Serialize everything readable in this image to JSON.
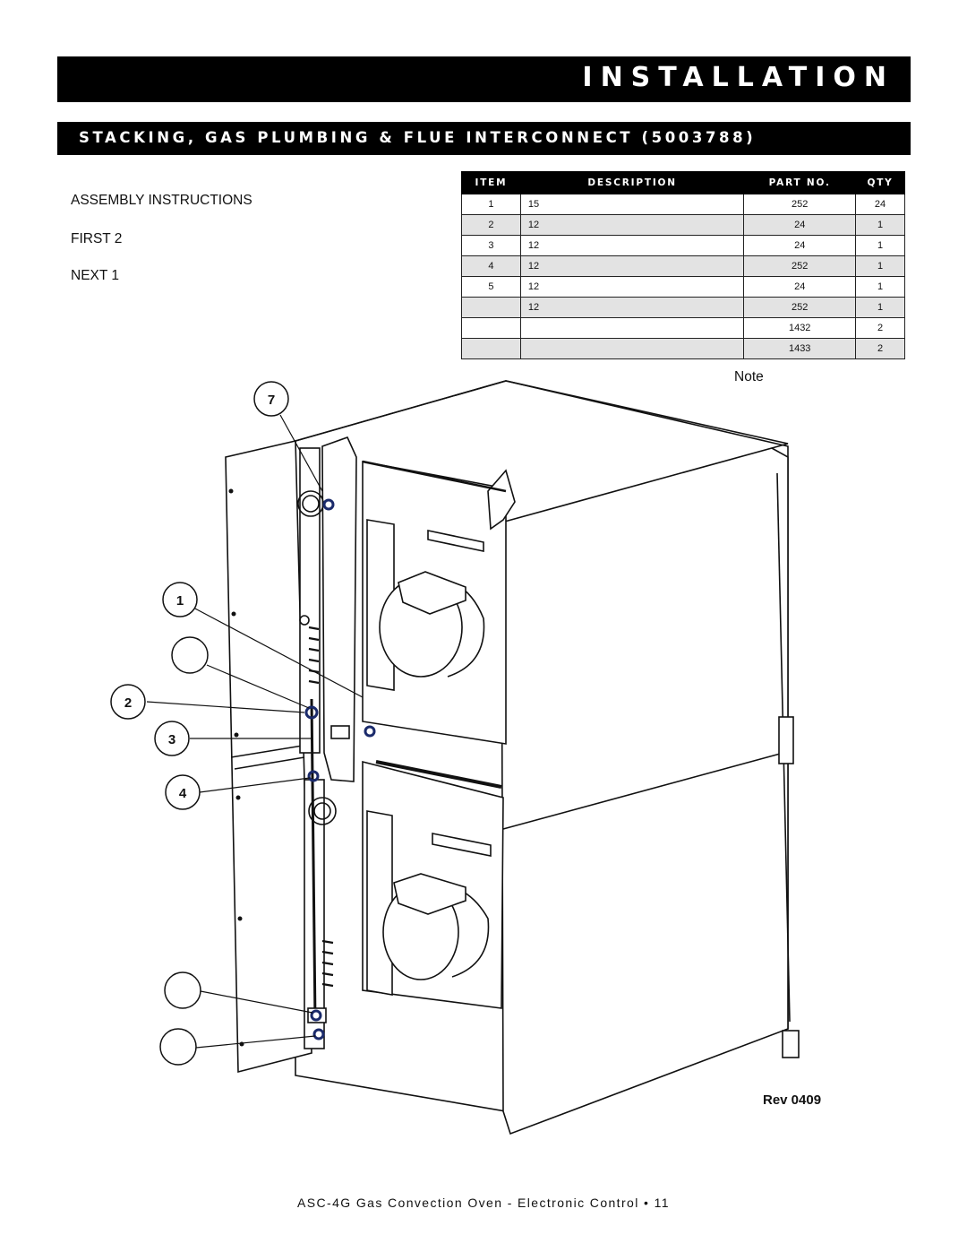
{
  "header": {
    "title": "INSTALLATION"
  },
  "section": {
    "title": "STACKING, GAS PLUMBING & FLUE INTERCONNECT (5003788)"
  },
  "instructions": {
    "heading": "ASSEMBLY INSTRUCTIONS",
    "first": "FIRST 2",
    "next": "NEXT 1"
  },
  "table": {
    "headers": [
      "ITEM",
      "DESCRIPTION",
      "PART NO.",
      "QTY"
    ],
    "rows": [
      {
        "item": "1",
        "description": "15",
        "part_no": "252",
        "qty": "24"
      },
      {
        "item": "2",
        "description": "12",
        "part_no": "24",
        "qty": "1"
      },
      {
        "item": "3",
        "description": "12",
        "part_no": "24",
        "qty": "1"
      },
      {
        "item": "4",
        "description": "12",
        "part_no": "252",
        "qty": "1"
      },
      {
        "item": "5",
        "description": "12",
        "part_no": "24",
        "qty": "1"
      },
      {
        "item": "",
        "description": "12",
        "part_no": "252",
        "qty": "1"
      },
      {
        "item": "",
        "description": "",
        "part_no": "1432",
        "qty": "2"
      },
      {
        "item": "",
        "description": "",
        "part_no": "1433",
        "qty": "2"
      }
    ]
  },
  "note": "Note",
  "rev": "Rev 0409",
  "callouts": {
    "c7": "7",
    "c1": "1",
    "c2": "2",
    "c3": "3",
    "c4": "4"
  },
  "footer": "ASC-4G Gas Convection Oven - Electronic Control • 11"
}
